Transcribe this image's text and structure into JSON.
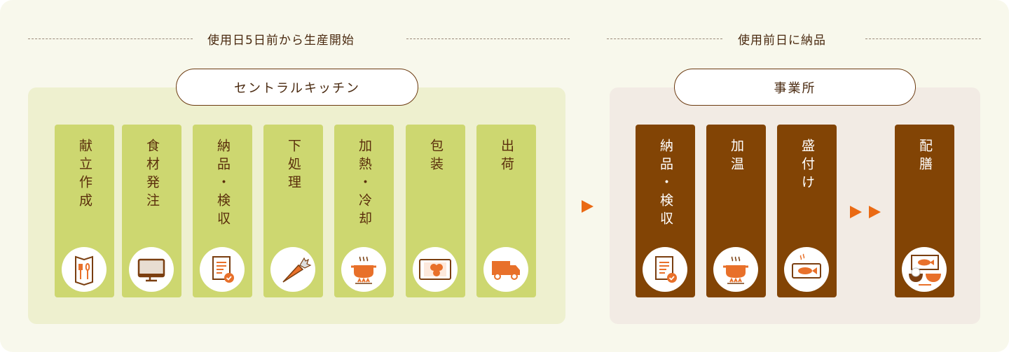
{
  "headers": {
    "left": "使用日5日前から生産開始",
    "right": "使用前日に納品"
  },
  "groups": {
    "central": "セントラルキッチン",
    "office": "事業所"
  },
  "central_steps": [
    {
      "label": "献立作成",
      "icon": "menu-book-icon"
    },
    {
      "label": "食材発注",
      "icon": "monitor-icon"
    },
    {
      "label": "納品・検収",
      "icon": "checklist-icon"
    },
    {
      "label": "下処理",
      "icon": "carrot-icon"
    },
    {
      "label": "加熱・冷却",
      "icon": "cooking-pot-icon"
    },
    {
      "label": "包装",
      "icon": "package-tray-icon"
    },
    {
      "label": "出荷",
      "icon": "delivery-truck-icon"
    }
  ],
  "office_steps": [
    {
      "label": "納品・検収",
      "icon": "checklist-icon"
    },
    {
      "label": "加温",
      "icon": "cooking-pot-icon"
    },
    {
      "label": "盛付け",
      "icon": "fish-plate-icon"
    },
    {
      "label": "配膳",
      "icon": "meal-set-icon"
    }
  ],
  "colors": {
    "accent": "#ea6a14",
    "green_card": "#cdd770",
    "brown_card": "#824405"
  }
}
